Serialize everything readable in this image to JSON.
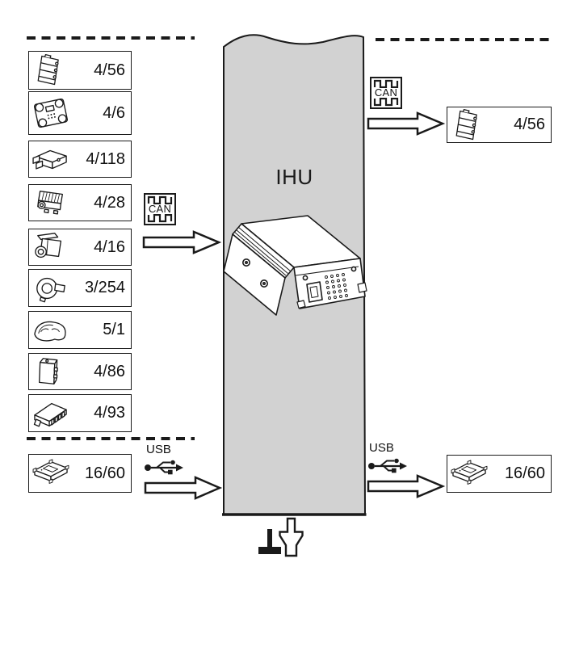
{
  "diagram": {
    "kind": "component-communication-diagram",
    "ihu_label": "IHU"
  },
  "bus": {
    "can_label": "CAN",
    "usb_label": "USB"
  },
  "left_can_modules": [
    {
      "label": "4/56",
      "icon": "control-module-icon"
    },
    {
      "label": "4/6",
      "icon": "climate-control-panel-icon"
    },
    {
      "label": "4/118",
      "icon": "module-with-connectors-icon"
    },
    {
      "label": "4/28",
      "icon": "actuator-module-icon"
    },
    {
      "label": "4/16",
      "icon": "camera-module-icon"
    },
    {
      "label": "3/254",
      "icon": "steering-angle-sensor-icon"
    },
    {
      "label": "5/1",
      "icon": "instrument-cluster-icon"
    },
    {
      "label": "4/86",
      "icon": "upright-module-icon"
    },
    {
      "label": "4/93",
      "icon": "amplifier-module-icon"
    }
  ],
  "left_usb_module": {
    "label": "16/60",
    "icon": "media-module-icon"
  },
  "right_can_module": {
    "label": "4/56",
    "icon": "control-module-icon"
  },
  "right_usb_module": {
    "label": "16/60",
    "icon": "media-module-icon"
  },
  "symbols": {
    "ground": "ground-icon",
    "flow_arrow": "flow-arrow-icon",
    "can_bus": "can-bus-icon",
    "usb_bus": "usb-icon"
  },
  "colors": {
    "band_fill": "#d2d2d2",
    "line": "#1a1a1a",
    "background": "#ffffff"
  }
}
